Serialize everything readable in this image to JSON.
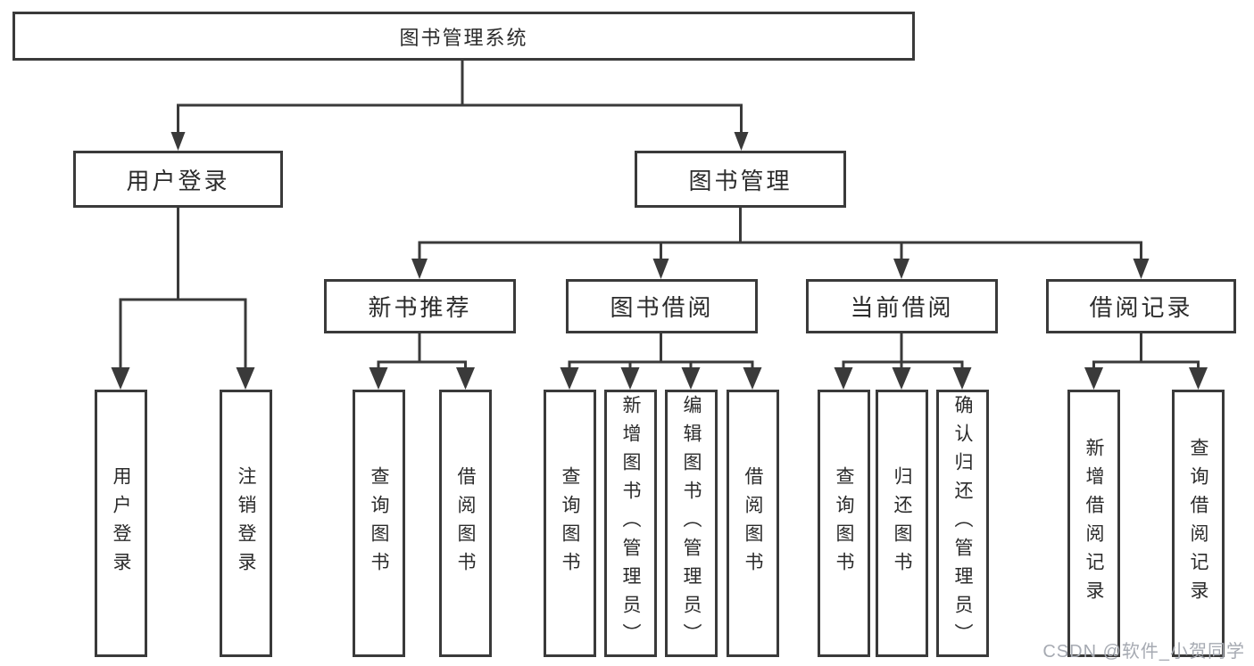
{
  "diagram": {
    "type": "hierarchy-tree",
    "tree": {
      "label": "图书管理系统",
      "children": [
        {
          "label": "用户登录",
          "children": [
            {
              "label": "用户登录"
            },
            {
              "label": "注销登录"
            }
          ]
        },
        {
          "label": "图书管理",
          "children": [
            {
              "label": "新书推荐",
              "children": [
                {
                  "label": "查询图书"
                },
                {
                  "label": "借阅图书"
                }
              ]
            },
            {
              "label": "图书借阅",
              "children": [
                {
                  "label": "查询图书"
                },
                {
                  "label": "新增图书（管理员）"
                },
                {
                  "label": "编辑图书（管理员）"
                },
                {
                  "label": "借阅图书"
                }
              ]
            },
            {
              "label": "当前借阅",
              "children": [
                {
                  "label": "查询图书"
                },
                {
                  "label": "归还图书"
                },
                {
                  "label": "确认归还（管理员）"
                }
              ]
            },
            {
              "label": "借阅记录",
              "children": [
                {
                  "label": "新增借阅记录"
                },
                {
                  "label": "查询借阅记录"
                }
              ]
            }
          ]
        }
      ]
    }
  },
  "watermark": {
    "text": "CSDN @软件_小贺同学"
  },
  "colors": {
    "line": "#3a3a3a",
    "text": "#2b2b2b",
    "box_background": "#ffffff",
    "watermark": "#a6aab2"
  }
}
